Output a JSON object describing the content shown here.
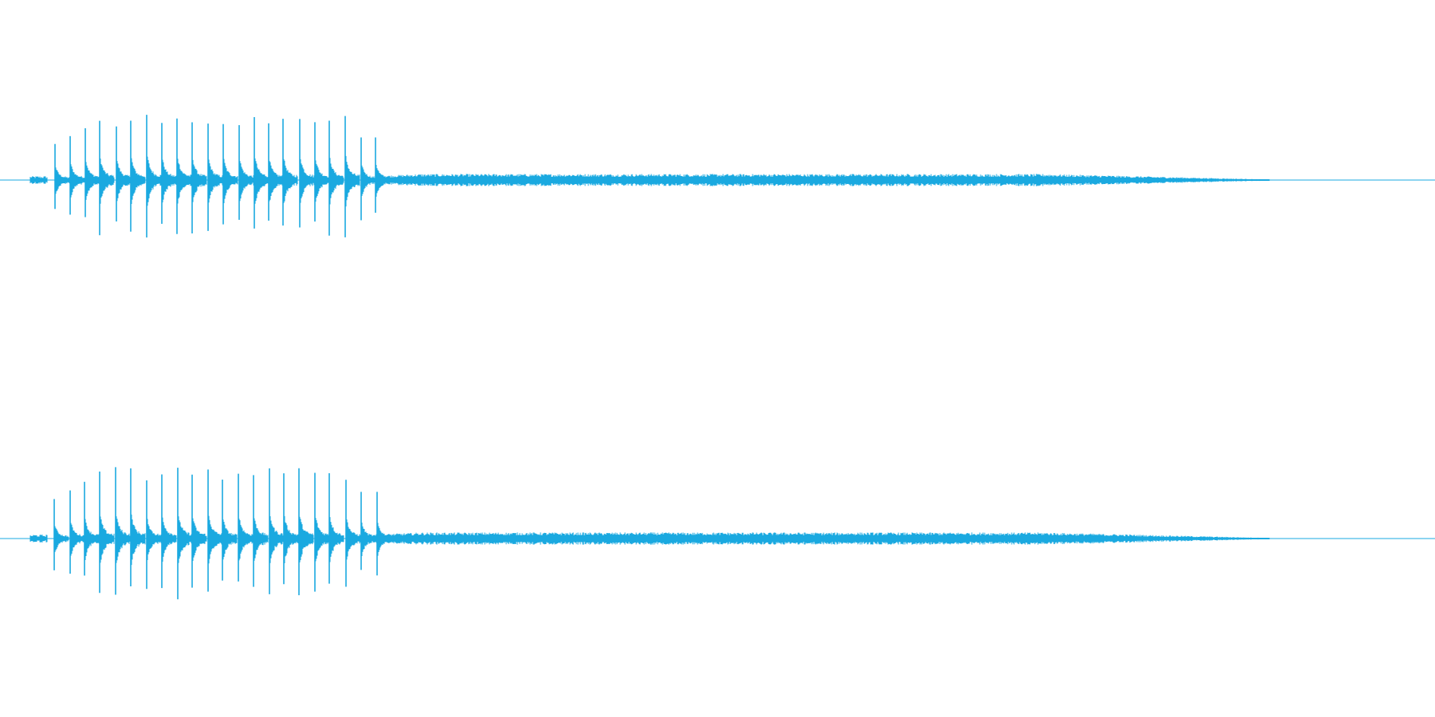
{
  "waveform": {
    "color": "#1aa9e0",
    "background": "#ffffff",
    "channels": [
      {
        "id": "left",
        "transients": {
          "count": 22,
          "start_fraction": 0.038,
          "end_fraction": 0.262,
          "peak_level": 0.42,
          "trough_level": 0.4
        },
        "tail": {
          "start_fraction": 0.262,
          "end_fraction": 0.885,
          "level": 0.03
        }
      },
      {
        "id": "right",
        "transients": {
          "count": 22,
          "start_fraction": 0.038,
          "end_fraction": 0.262,
          "peak_level": 0.46,
          "trough_level": 0.4
        },
        "tail": {
          "start_fraction": 0.262,
          "end_fraction": 0.885,
          "level": 0.03
        }
      }
    ]
  }
}
